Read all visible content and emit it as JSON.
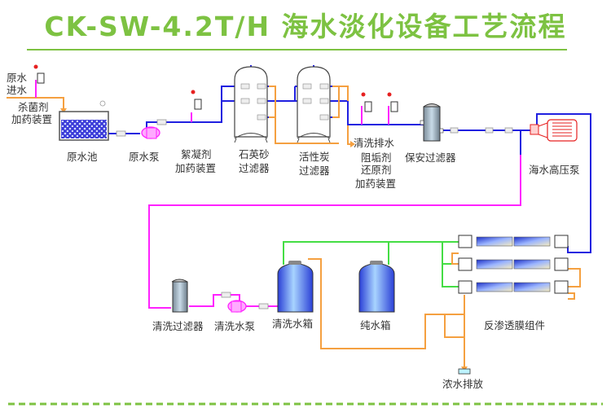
{
  "header": {
    "title": "CK-SW-4.2T/H 海水淡化设备工艺流程"
  },
  "colors": {
    "accent_green": "#7dc242",
    "raw_water_pipe": "#2020e0",
    "dosing_pipe": "#ff22ff",
    "drain_pipe": "#f5a040",
    "product_pipe": "#44dd44",
    "high_pressure_pump": "#e62020"
  },
  "labels": {
    "raw_water_inlet": [
      "原水",
      "进水"
    ],
    "bactericide_dosing": [
      "杀菌剂",
      "加药装置"
    ],
    "raw_water_tank": "原水池",
    "raw_water_pump": "原水泵",
    "flocculant_dosing": [
      "絮凝剂",
      "加药装置"
    ],
    "quartz_sand_filter": [
      "石英砂",
      "过滤器"
    ],
    "activated_carbon_filter": [
      "活性炭",
      "过滤器"
    ],
    "backwash_drain": "清洗排水",
    "antiscalant_dosing": [
      "阻垢剂",
      "还原剂",
      "加药装置"
    ],
    "security_filter": "保安过滤器",
    "high_pressure_pump": "海水高压泵",
    "cleaning_filter": "清洗过滤器",
    "cleaning_pump": "清洗水泵",
    "cleaning_tank": "清洗水箱",
    "pure_water_tank": "纯水箱",
    "ro_membrane": "反渗透膜组件",
    "concentrate_discharge": "浓水排放"
  }
}
